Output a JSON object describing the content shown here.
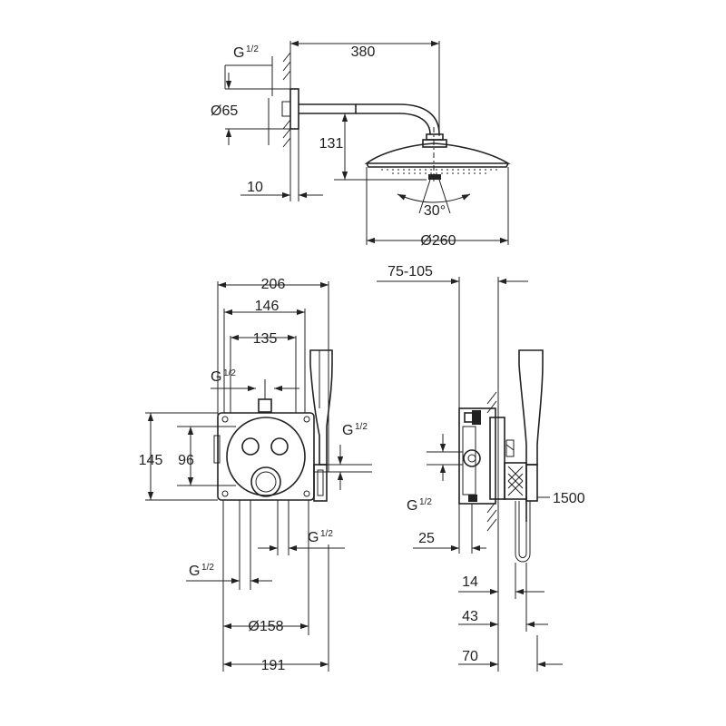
{
  "top_view": {
    "thread_label": "G",
    "thread_fraction": "1/2",
    "arm_length": "380",
    "flange_diameter": "Ø65",
    "height": "131",
    "wall_offset": "10",
    "spray_angle": "30°",
    "head_diameter": "Ø260"
  },
  "front_view": {
    "width_total": "206",
    "width_mid": "146",
    "width_inner": "135",
    "height_outer": "145",
    "height_inner": "96",
    "thread_top_label": "G",
    "thread_top_fraction": "1/2",
    "thread_right_label": "G",
    "thread_right_fraction": "1/2",
    "thread_bottom_right_label": "G",
    "thread_bottom_right_fraction": "1/2",
    "thread_bottom_left_label": "G",
    "thread_bottom_left_fraction": "1/2",
    "diameter": "Ø158",
    "width_bottom": "191"
  },
  "side_view": {
    "install_depth": "75-105",
    "thread_label": "G",
    "thread_fraction": "1/2",
    "hose_length": "1500",
    "depth_25": "25",
    "depth_14": "14",
    "depth_43": "43",
    "depth_70": "70"
  }
}
